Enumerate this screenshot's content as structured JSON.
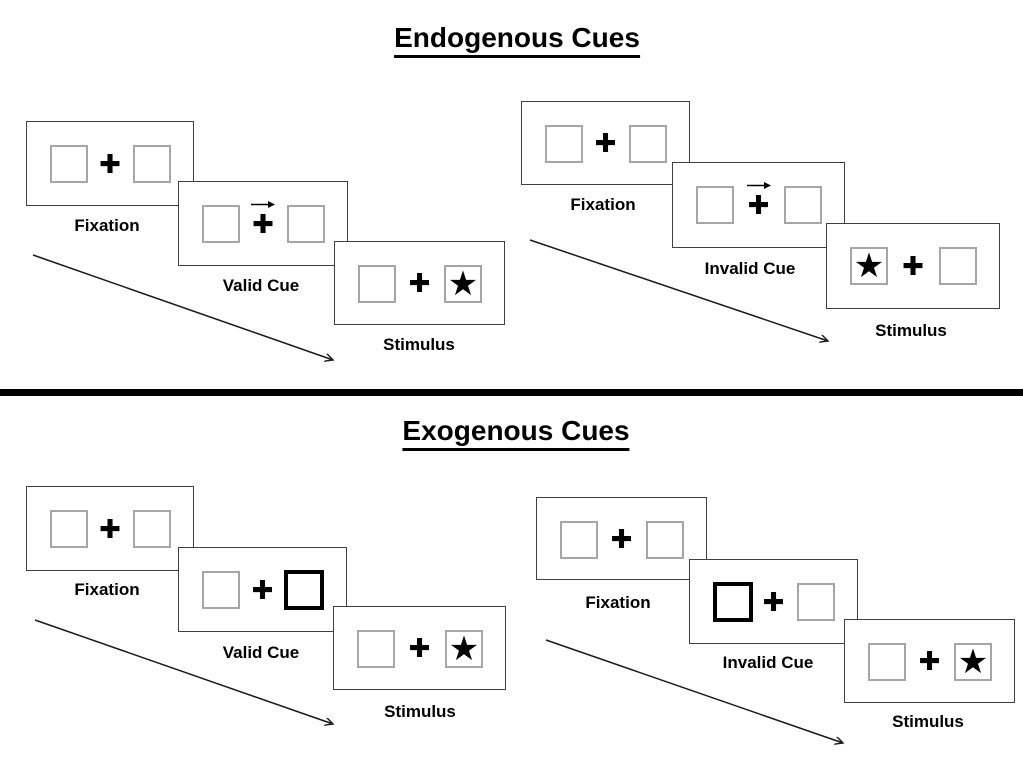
{
  "sections": [
    {
      "title": "Endogenous Cues",
      "trials": [
        {
          "condition": "valid",
          "panels": [
            {
              "label": "Fixation",
              "content": "two-empty-boxes-plus"
            },
            {
              "label": "Valid Cue",
              "content": "right-arrow-above-plus",
              "cue": "arrow-right"
            },
            {
              "label": "Stimulus",
              "content": "star-in-box",
              "star_side": "right"
            }
          ]
        },
        {
          "condition": "invalid",
          "panels": [
            {
              "label": "Fixation",
              "content": "two-empty-boxes-plus"
            },
            {
              "label": "Invalid Cue",
              "content": "right-arrow-above-plus",
              "cue": "arrow-right"
            },
            {
              "label": "Stimulus",
              "content": "star-in-box",
              "star_side": "left"
            }
          ]
        }
      ]
    },
    {
      "title": "Exogenous Cues",
      "trials": [
        {
          "condition": "valid",
          "panels": [
            {
              "label": "Fixation",
              "content": "two-empty-boxes-plus"
            },
            {
              "label": "Valid Cue",
              "content": "thick-box-cue",
              "cue": "thick-box-right"
            },
            {
              "label": "Stimulus",
              "content": "star-in-box",
              "star_side": "right"
            }
          ]
        },
        {
          "condition": "invalid",
          "panels": [
            {
              "label": "Fixation",
              "content": "two-empty-boxes-plus"
            },
            {
              "label": "Invalid Cue",
              "content": "thick-box-cue",
              "cue": "thick-box-left"
            },
            {
              "label": "Stimulus",
              "content": "star-in-box",
              "star_side": "right"
            }
          ]
        }
      ]
    }
  ],
  "glyphs": {
    "fixation_cross": "✚",
    "star": "★",
    "cue_arrow_direction": "right"
  },
  "colors": {
    "text": "#000000",
    "panel_border": "#404040",
    "box_border": "#a6a6a6",
    "cue_box_border": "#000000",
    "divider": "#000000",
    "arrow": "#1a1a1a"
  }
}
